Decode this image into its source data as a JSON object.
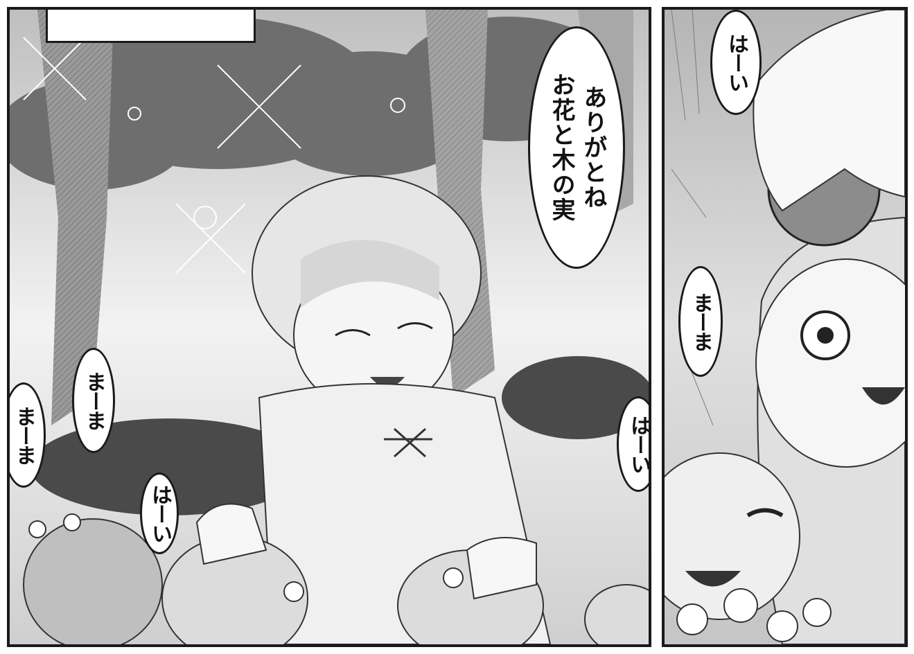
{
  "main_dialog": {
    "line1": "お花と木の実",
    "line2": "ありがとね"
  },
  "voices": {
    "hai_top_right": "はーい",
    "mama_right": "まーま",
    "mama_left_outer": "まーま",
    "mama_left_inner": "まーま",
    "hai_left_center": "はーい",
    "hai_left_panel_right": "はーい"
  },
  "palette": {
    "ink": "#1a1a1a",
    "paper": "#ffffff",
    "screentone": "#8a8a8a"
  }
}
